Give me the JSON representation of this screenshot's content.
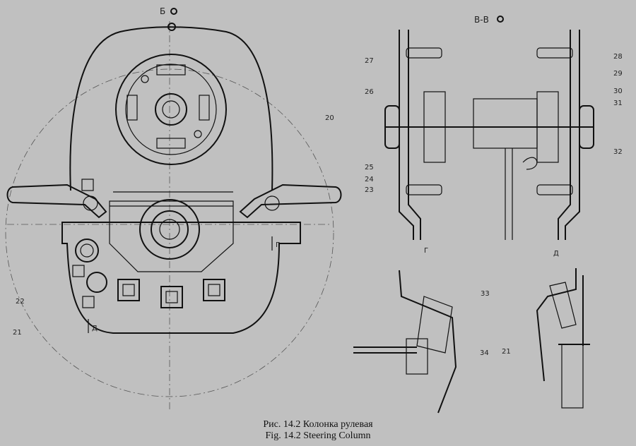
{
  "views": {
    "view_b": "Б",
    "section_vv": "В-В",
    "view_g": "Г",
    "view_d": "Д"
  },
  "arrows": {
    "g": "Г",
    "d": "Д"
  },
  "parts_left": [
    "20",
    "22",
    "21"
  ],
  "parts_section_left": [
    "27",
    "26",
    "25",
    "24",
    "23"
  ],
  "parts_section_right": [
    "28",
    "29",
    "30",
    "31",
    "32"
  ],
  "parts_detail": [
    "33",
    "34",
    "21"
  ],
  "caption": {
    "ru": "Рис. 14.2 Колонка рулевая",
    "en": "Fig. 14.2 Steering Column"
  }
}
